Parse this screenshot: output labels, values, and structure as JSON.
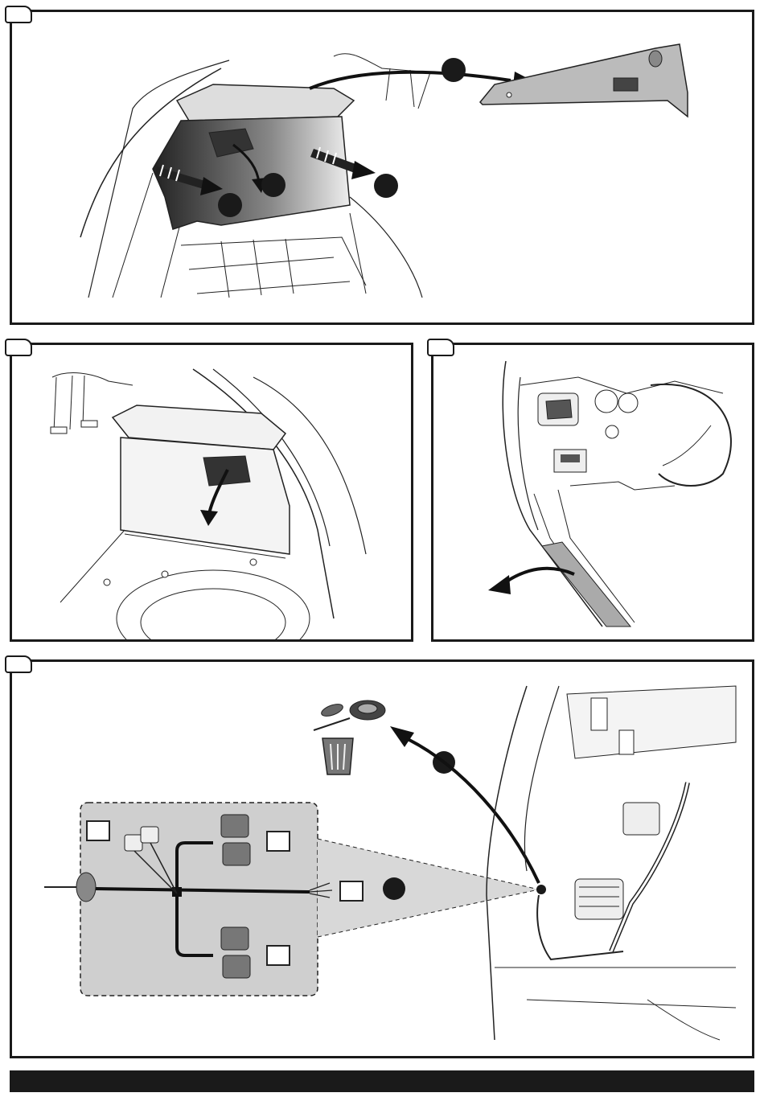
{
  "document": {
    "panels": [
      {
        "id": "step-1",
        "description_icon": "rear-side-panel-removal"
      },
      {
        "id": "step-2",
        "description_icon": "trunk-trim-fold"
      },
      {
        "id": "step-3",
        "description_icon": "sill-trim-removal"
      },
      {
        "id": "step-4",
        "description_icon": "harness-routing"
      }
    ],
    "colors": {
      "line": "#1a1a1a",
      "shade": "#cfcfcf",
      "dark": "#444444"
    }
  }
}
